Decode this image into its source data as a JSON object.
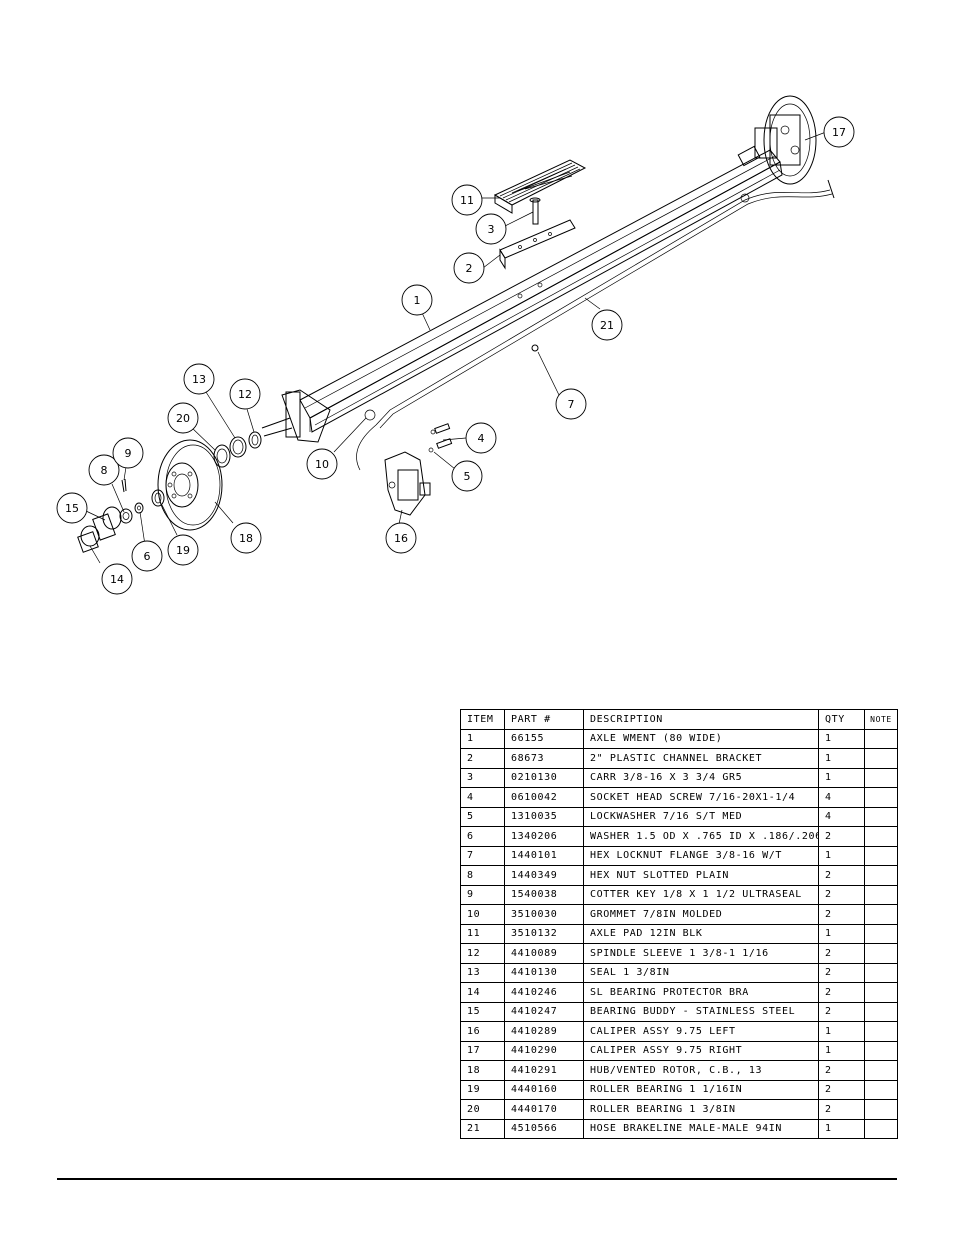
{
  "diagram": {
    "callouts": [
      "1",
      "2",
      "3",
      "4",
      "5",
      "6",
      "7",
      "8",
      "9",
      "10",
      "11",
      "12",
      "13",
      "14",
      "15",
      "16",
      "17",
      "18",
      "19",
      "20",
      "21"
    ]
  },
  "bom": {
    "headers": [
      "ITEM",
      "PART #",
      "DESCRIPTION",
      "QTY",
      "NOTE"
    ],
    "rows": [
      {
        "item": "1",
        "part": "66155",
        "desc": "AXLE WMENT (80 WIDE)",
        "qty": "1",
        "note": ""
      },
      {
        "item": "2",
        "part": "68673",
        "desc": "2\" PLASTIC CHANNEL BRACKET",
        "qty": "1",
        "note": ""
      },
      {
        "item": "3",
        "part": "0210130",
        "desc": "CARR 3/8-16 X 3 3/4 GR5",
        "qty": "1",
        "note": ""
      },
      {
        "item": "4",
        "part": "0610042",
        "desc": "SOCKET HEAD SCREW 7/16-20X1-1/4",
        "qty": "4",
        "note": ""
      },
      {
        "item": "5",
        "part": "1310035",
        "desc": "LOCKWASHER 7/16 S/T MED",
        "qty": "4",
        "note": ""
      },
      {
        "item": "6",
        "part": "1340206",
        "desc": "WASHER 1.5 OD X .765 ID X .186/.206",
        "qty": "2",
        "note": ""
      },
      {
        "item": "7",
        "part": "1440101",
        "desc": "HEX LOCKNUT FLANGE 3/8-16 W/T",
        "qty": "1",
        "note": ""
      },
      {
        "item": "8",
        "part": "1440349",
        "desc": "HEX NUT SLOTTED PLAIN",
        "qty": "2",
        "note": ""
      },
      {
        "item": "9",
        "part": "1540038",
        "desc": "COTTER KEY 1/8 X 1 1/2 ULTRASEAL",
        "qty": "2",
        "note": ""
      },
      {
        "item": "10",
        "part": "3510030",
        "desc": "GROMMET  7/8IN MOLDED",
        "qty": "2",
        "note": ""
      },
      {
        "item": "11",
        "part": "3510132",
        "desc": "AXLE PAD 12IN  BLK",
        "qty": "1",
        "note": ""
      },
      {
        "item": "12",
        "part": "4410089",
        "desc": "SPINDLE SLEEVE  1 3/8-1 1/16",
        "qty": "2",
        "note": ""
      },
      {
        "item": "13",
        "part": "4410130",
        "desc": "SEAL  1 3/8IN",
        "qty": "2",
        "note": ""
      },
      {
        "item": "14",
        "part": "4410246",
        "desc": "SL BEARING PROTECTOR BRA",
        "qty": "2",
        "note": ""
      },
      {
        "item": "15",
        "part": "4410247",
        "desc": "BEARING BUDDY - STAINLESS STEEL",
        "qty": "2",
        "note": ""
      },
      {
        "item": "16",
        "part": "4410289",
        "desc": "CALIPER ASSY 9.75 LEFT",
        "qty": "1",
        "note": ""
      },
      {
        "item": "17",
        "part": "4410290",
        "desc": "CALIPER ASSY 9.75 RIGHT",
        "qty": "1",
        "note": ""
      },
      {
        "item": "18",
        "part": "4410291",
        "desc": "HUB/VENTED ROTOR, C.B.,  13",
        "qty": "2",
        "note": ""
      },
      {
        "item": "19",
        "part": "4440160",
        "desc": "ROLLER BEARING   1 1/16IN",
        "qty": "2",
        "note": ""
      },
      {
        "item": "20",
        "part": "4440170",
        "desc": "ROLLER BEARING   1 3/8IN",
        "qty": "2",
        "note": ""
      },
      {
        "item": "21",
        "part": "4510566",
        "desc": "HOSE BRAKELINE MALE-MALE 94IN",
        "qty": "1",
        "note": ""
      }
    ]
  }
}
